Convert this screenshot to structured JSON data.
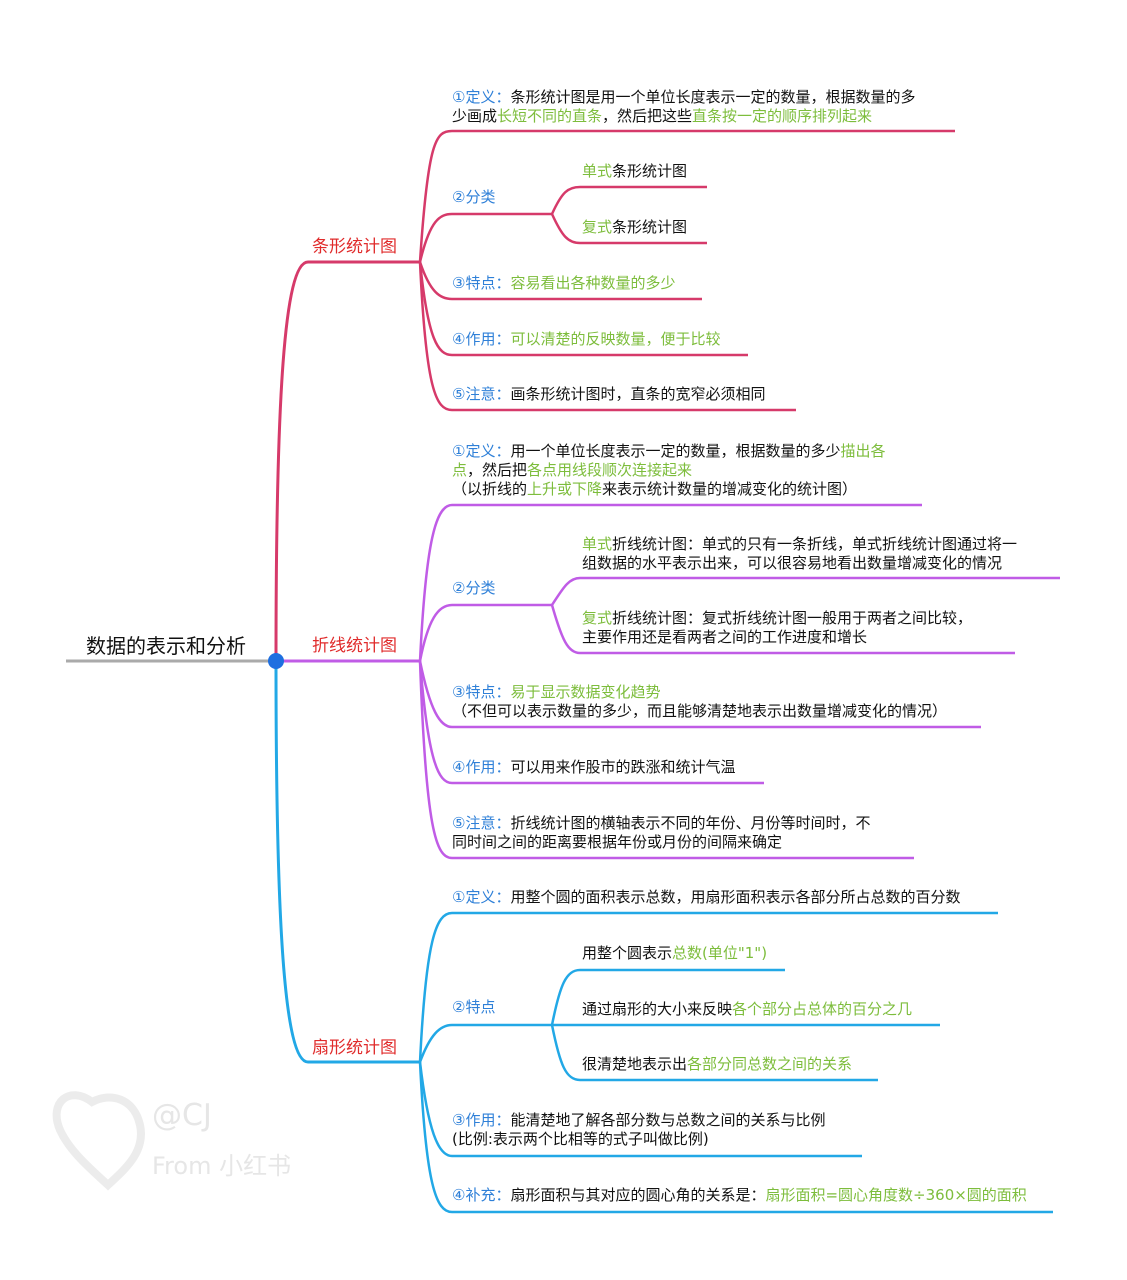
{
  "colors": {
    "bar": "#d63a6a",
    "line": "#c05ce6",
    "pie": "#22a8e6",
    "label_blue": "#2f80d8",
    "highlight_green": "#7dbd3c",
    "category_red": "#e02b2b"
  },
  "root": "数据的表示和分析",
  "watermark": {
    "handle": "@CJ",
    "source": "From 小红书"
  },
  "bar": {
    "title": "条形统计图",
    "def": {
      "label": "①定义：",
      "a": "条形统计图是用一个单位长度表示一定的数量，根据数量的多",
      "b": "少画成",
      "c": "长短不同的直条",
      "d": "，然后把这些",
      "e": "直条按一定的顺序排列起来"
    },
    "cls": {
      "label": "②分类",
      "s1a": "单式",
      "s1b": "条形统计图",
      "s2a": "复式",
      "s2b": "条形统计图"
    },
    "feat": {
      "label": "③特点：",
      "text": "容易看出各种数量的多少"
    },
    "use": {
      "label": "④作用：",
      "text": "可以清楚的反映数量，便于比较"
    },
    "note": {
      "label": "⑤注意：",
      "text": "画条形统计图时，直条的宽窄必须相同"
    }
  },
  "line": {
    "title": "折线统计图",
    "def": {
      "label": "①定义：",
      "a": "用一个单位长度表示一定的数量，根据数量的多少",
      "b": "描出各",
      "c": "点",
      "d": "，然后把",
      "e": "各点用线段顺次连接起来",
      "f": "（以折线的",
      "g": "上升或下降",
      "h": "来表示统计数量的增减变化的统计图）"
    },
    "cls": {
      "label": "②分类",
      "s1a": "单式",
      "s1b": "折线统计图：单式的只有一条折线，单式折线统计图通过将一",
      "s1c": "组数据的水平表示出来，可以很容易地看出数量增减变化的情况",
      "s2a": "复式",
      "s2b": "折线统计图：复式折线统计图一般用于两者之间比较，",
      "s2c": "主要作用还是看两者之间的工作进度和增长"
    },
    "feat": {
      "label": "③特点：",
      "text": "易于显示数据变化趋势",
      "sub": "（不但可以表示数量的多少，而且能够清楚地表示出数量增减变化的情况）"
    },
    "use": {
      "label": "④作用：",
      "text": "可以用来作股市的跌涨和统计气温"
    },
    "note": {
      "label": "⑤注意：",
      "a": "折线统计图的横轴表示不同的年份、月份等时间时，不",
      "b": "同时间之间的距离要根据年份或月份的间隔来确定"
    }
  },
  "pie": {
    "title": "扇形统计图",
    "def": {
      "label": "①定义：",
      "text": "用整个圆的面积表示总数，用扇形面积表示各部分所占总数的百分数"
    },
    "feat": {
      "label": "②特点",
      "s1a": "用整个圆表示",
      "s1b": "总数(单位\"1\")",
      "s2a": "通过扇形的大小来反映",
      "s2b": "各个部分占总体的百分之几",
      "s3a": "很清楚地表示出",
      "s3b": "各部分同总数之间的关系"
    },
    "use": {
      "label": "③作用：",
      "a": "能清楚地了解各部分数与总数之间的关系与比例",
      "b": "(比例:表示两个比相等的式子叫做比例)"
    },
    "supp": {
      "label": "④补充：",
      "text": "扇形面积与其对应的圆心角的关系是：",
      "formula": "扇形面积=圆心角度数÷360×圆的面积"
    }
  }
}
